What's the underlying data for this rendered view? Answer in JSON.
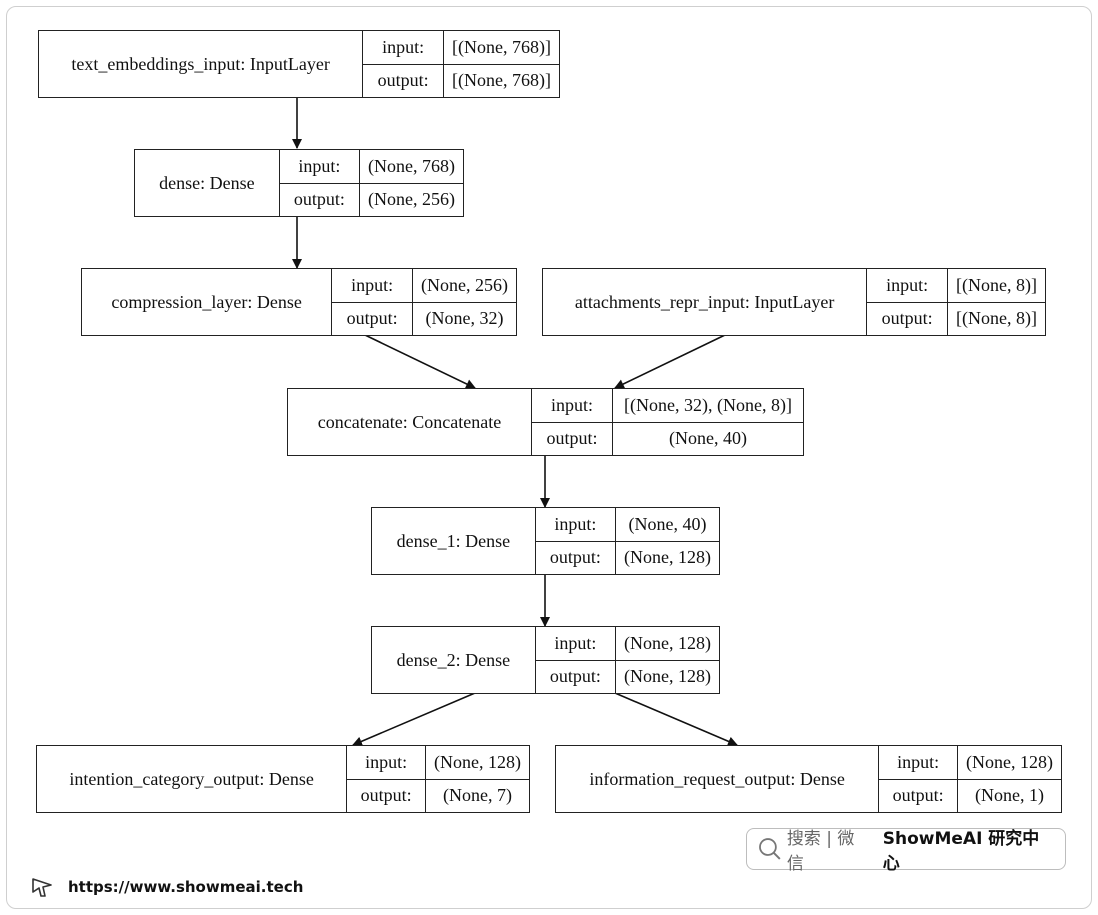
{
  "labels": {
    "input": "input:",
    "output": "output:"
  },
  "nodes": [
    {
      "id": "text_embeddings_input",
      "name": "text_embeddings_input: InputLayer",
      "input": "[(None, 768)]",
      "output": "[(None, 768)]"
    },
    {
      "id": "dense",
      "name": "dense: Dense",
      "input": "(None, 768)",
      "output": "(None, 256)"
    },
    {
      "id": "compression_layer",
      "name": "compression_layer: Dense",
      "input": "(None, 256)",
      "output": "(None, 32)"
    },
    {
      "id": "attachments_repr_input",
      "name": "attachments_repr_input: InputLayer",
      "input": "[(None, 8)]",
      "output": "[(None, 8)]"
    },
    {
      "id": "concatenate",
      "name": "concatenate: Concatenate",
      "input": "[(None, 32), (None, 8)]",
      "output": "(None, 40)"
    },
    {
      "id": "dense_1",
      "name": "dense_1: Dense",
      "input": "(None, 40)",
      "output": "(None, 128)"
    },
    {
      "id": "dense_2",
      "name": "dense_2: Dense",
      "input": "(None, 128)",
      "output": "(None, 128)"
    },
    {
      "id": "intention_category_output",
      "name": "intention_category_output: Dense",
      "input": "(None, 128)",
      "output": "(None, 7)"
    },
    {
      "id": "information_request_output",
      "name": "information_request_output: Dense",
      "input": "(None, 128)",
      "output": "(None, 1)"
    }
  ],
  "edges": [
    {
      "from": "text_embeddings_input",
      "to": "dense"
    },
    {
      "from": "dense",
      "to": "compression_layer"
    },
    {
      "from": "compression_layer",
      "to": "concatenate"
    },
    {
      "from": "attachments_repr_input",
      "to": "concatenate"
    },
    {
      "from": "concatenate",
      "to": "dense_1"
    },
    {
      "from": "dense_1",
      "to": "dense_2"
    },
    {
      "from": "dense_2",
      "to": "intention_category_output"
    },
    {
      "from": "dense_2",
      "to": "information_request_output"
    }
  ],
  "watermark": {
    "search_text": "搜索 | 微信",
    "brand": "ShowMeAI 研究中心"
  },
  "footer": {
    "url": "https://www.showmeai.tech"
  }
}
